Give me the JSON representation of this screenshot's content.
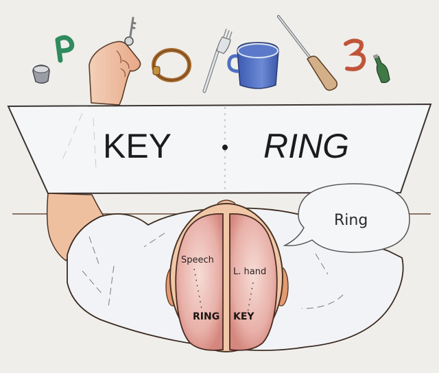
{
  "objects": [
    {
      "name": "thimble",
      "color": "#8a8c96"
    },
    {
      "name": "letter-p",
      "label": "P",
      "color": "#2f8a5e"
    },
    {
      "name": "key",
      "color": "#9aa0a0"
    },
    {
      "name": "bracelet",
      "color": "#a86a2e"
    },
    {
      "name": "fork",
      "color": "#c9cdd2"
    },
    {
      "name": "mug",
      "color": "#4f6fc0"
    },
    {
      "name": "screwdriver",
      "color": "#c8a070"
    },
    {
      "name": "number-3",
      "label": "3",
      "color": "#c0553a"
    },
    {
      "name": "bottle",
      "color": "#3f7a46"
    }
  ],
  "screen": {
    "left_word": "KEY",
    "right_word": "RING",
    "fixation_point": "·"
  },
  "speech_bubble": {
    "text": "Ring"
  },
  "brain": {
    "left_hemisphere_label": "Speech",
    "right_hemisphere_label": "L. hand",
    "left_hemisphere_word": "RING",
    "right_hemisphere_word": "KEY"
  },
  "colors": {
    "background": "#efeeea",
    "screen": "#f4f6f8",
    "skin": "#efc0a0",
    "brain": "#e9b6b0",
    "shirt": "#f2f3f6",
    "outline": "#3a2a20"
  }
}
